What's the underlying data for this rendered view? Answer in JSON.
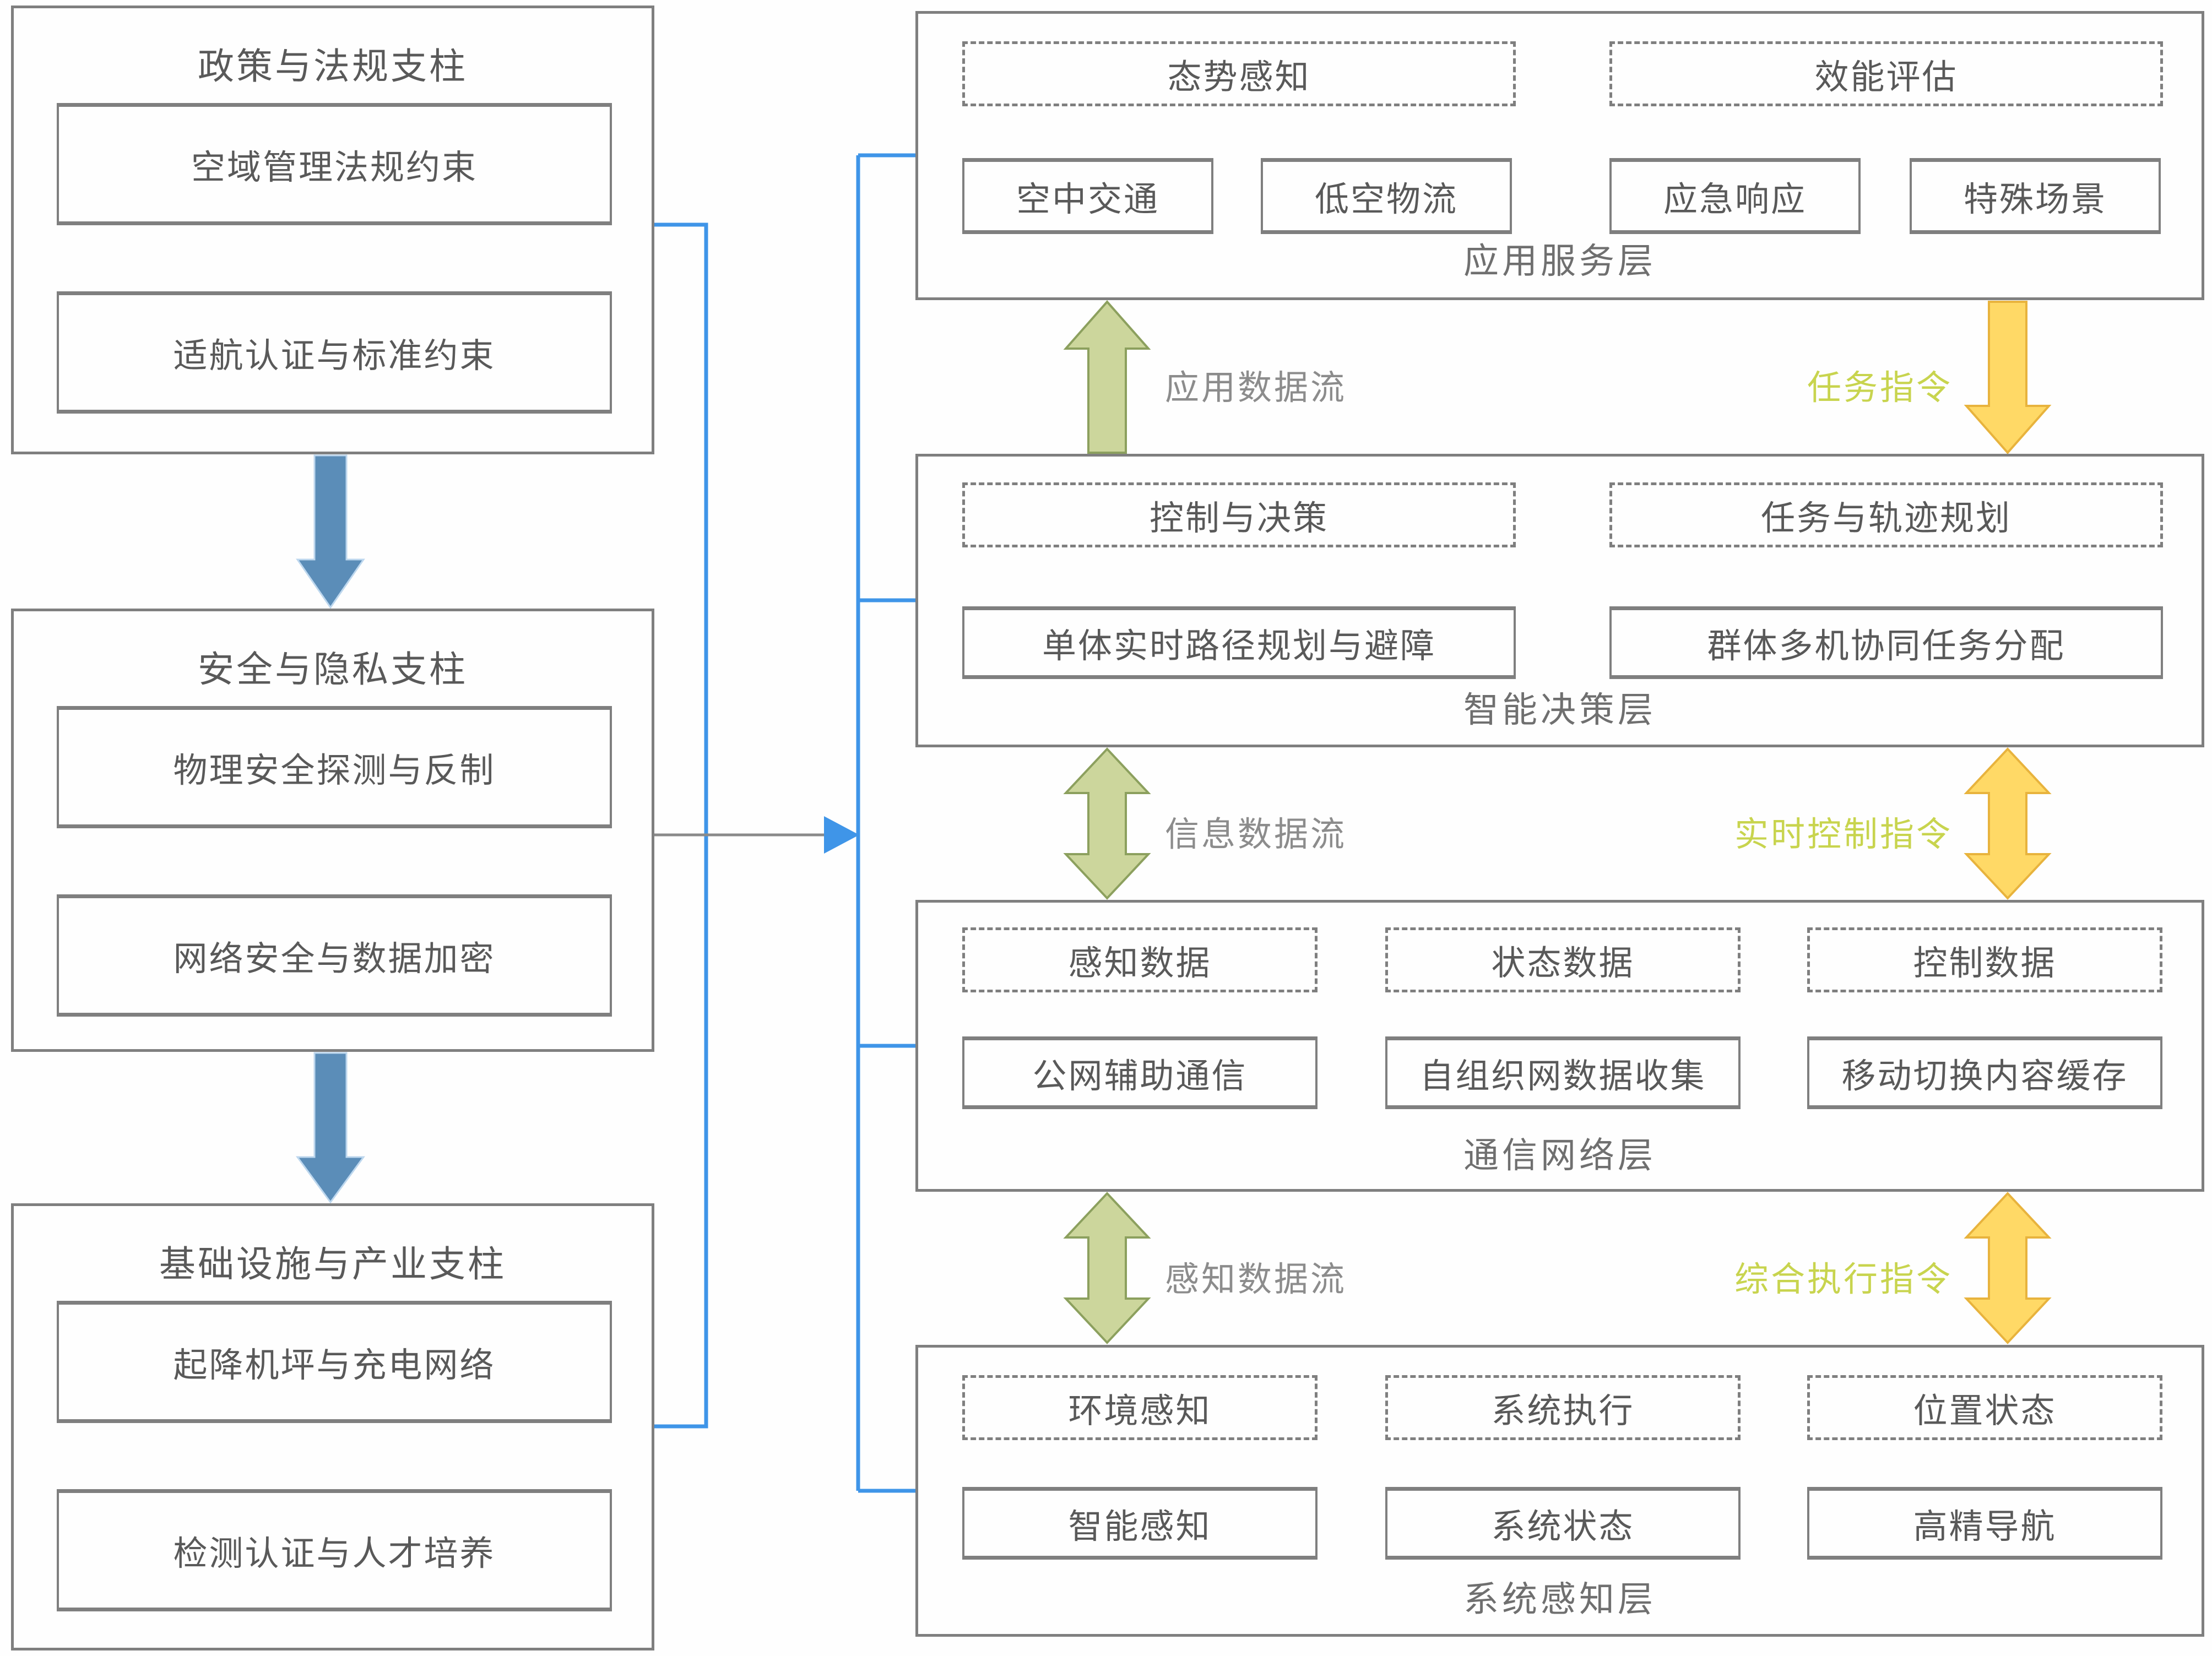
{
  "pillars": [
    {
      "title": "政策与法规支柱",
      "items": [
        "空域管理法规约束",
        "适航认证与标准约束"
      ]
    },
    {
      "title": "安全与隐私支柱",
      "items": [
        "物理安全探测与反制",
        "网络安全与数据加密"
      ]
    },
    {
      "title": "基础设施与产业支柱",
      "items": [
        "起降机坪与充电网络",
        "检测认证与人才培养"
      ]
    }
  ],
  "layers": [
    {
      "name": "应用服务层",
      "dashed": [
        "态势感知",
        "效能评估"
      ],
      "solid": [
        "空中交通",
        "低空物流",
        "应急响应",
        "特殊场景"
      ]
    },
    {
      "name": "智能决策层",
      "dashed": [
        "控制与决策",
        "任务与轨迹规划"
      ],
      "solid": [
        "单体实时路径规划与避障",
        "群体多机协同任务分配"
      ]
    },
    {
      "name": "通信网络层",
      "dashed": [
        "感知数据",
        "状态数据",
        "控制数据"
      ],
      "solid": [
        "公网辅助通信",
        "自组织网数据收集",
        "移动切换内容缓存"
      ]
    },
    {
      "name": "系统感知层",
      "dashed": [
        "环境感知",
        "系统执行",
        "位置状态"
      ],
      "solid": [
        "智能感知",
        "系统状态",
        "高精导航"
      ]
    }
  ],
  "flows": {
    "up_labels": [
      "应用数据流",
      "信息数据流",
      "感知数据流"
    ],
    "down_labels": [
      "任务指令",
      "实时控制指令",
      "综合执行指令"
    ]
  },
  "colors": {
    "box_border": "#7f7f7f",
    "text_dark": "#595959",
    "text_gray": "#8c8c8c",
    "label_gray": "#6f6f6f",
    "blue_arrow": "#5b8db8",
    "connector_blue": "#3f95e8",
    "connector_gray": "#8a8a8a",
    "green_fill": "#ccd69c",
    "green_stroke": "#8ca05e",
    "yellow_fill": "#ffd966",
    "yellow_stroke": "#e8b33d",
    "flow_label_yellow": "#c8d44e"
  }
}
